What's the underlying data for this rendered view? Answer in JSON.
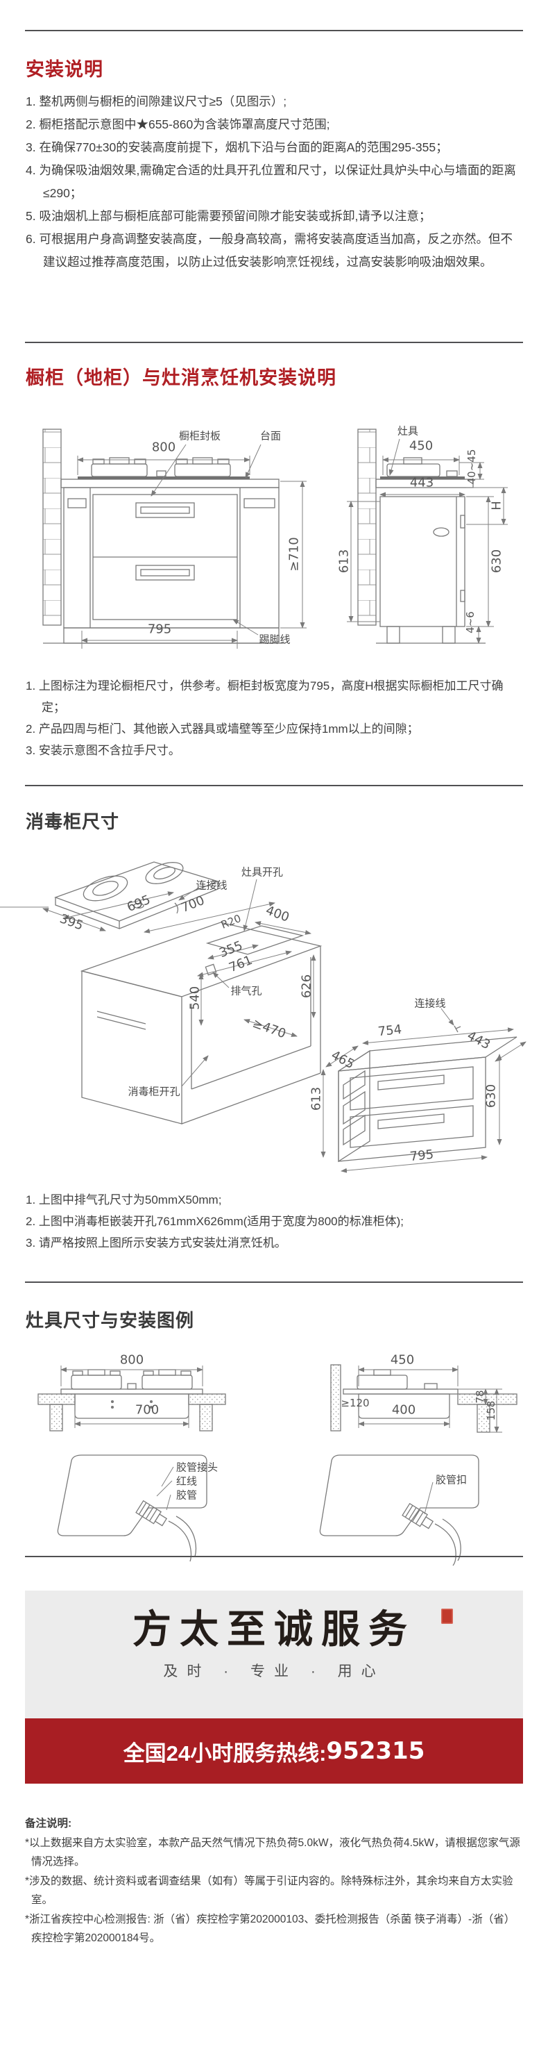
{
  "colors": {
    "accent": "#b01f24",
    "bar": "#a81e23",
    "text": "#3e3e3e",
    "service_bg": "#ececec"
  },
  "install": {
    "title": "安装说明",
    "items": [
      "1. 整机两侧与橱柜的间隙建议尺寸≥5（见图示）;",
      "2. 橱柜搭配示意图中★655-860为含装饰罩高度尺寸范围;",
      "3. 在确保770±30的安装高度前提下，烟机下沿与台面的距离A的范围295-355；",
      "4. 为确保吸油烟效果,需确定合适的灶具开孔位置和尺寸，以保证灶具炉头中心与墙面的距离≤290；",
      "5. 吸油烟机上部与橱柜底部可能需要预留间隙才能安装或拆卸,请予以注意；",
      "6. 可根据用户身高调整安装高度，一般身高较高，需将安装高度适当加高，反之亦然。但不建议超过推荐高度范围，以防止过低安装影响烹饪视线，过高安装影响吸油烟效果。"
    ]
  },
  "cabinet": {
    "title": "橱柜（地柜）与灶消烹饪机安装说明",
    "front": {
      "seal_label": "橱柜封板",
      "counter_label": "台面",
      "dim_800": "800",
      "dim_710": "≥710",
      "dim_795": "795",
      "skirting_label": "踢脚线"
    },
    "side": {
      "stove_label": "灶具",
      "dim_450": "450",
      "dim_443": "443",
      "dim_4045": "40~45",
      "dim_H": "H",
      "dim_613": "613",
      "dim_630": "630",
      "dim_46": "4~6"
    },
    "notes": [
      "1. 上图标注为理论橱柜尺寸，供参考。橱柜封板宽度为795，高度H根据实际橱柜加工尺寸确定；",
      "2. 产品四周与柜门、其他嵌入式器具或墙壁等至少应保持1mm以上的间隙；",
      "3. 安装示意图不含拉手尺寸。"
    ]
  },
  "disinfect": {
    "title": "消毒柜尺寸",
    "iso_left": {
      "dim_395": "395",
      "dim_695": "695",
      "connector_label": "连接线",
      "dim_700": "700",
      "dim_R20": "R20",
      "dim_400": "400",
      "cutout_label": "灶具开孔",
      "dim_355": "355",
      "dim_761": "761",
      "vent_label": "排气孔",
      "dim_540": "540",
      "dim_626": "626",
      "dim_470": "≥470",
      "cabinet_cutout_label": "消毒柜开孔"
    },
    "iso_right": {
      "connector_label": "连接线",
      "dim_754": "754",
      "dim_443": "443",
      "dim_465": "465",
      "dim_613": "613",
      "dim_630": "630",
      "dim_795": "795"
    },
    "notes": [
      "1. 上图中排气孔尺寸为50mmX50mm;",
      "2. 上图中消毒柜嵌装开孔761mmX626mm(适用于宽度为800的标准柜体);",
      "3. 请严格按照上图所示安装方式安装灶消烹饪机。"
    ]
  },
  "stove": {
    "title": "灶具尺寸与安装图例",
    "front": {
      "dim_800": "800",
      "dim_700": "700"
    },
    "side": {
      "dim_450": "450",
      "dim_120": "≥120",
      "dim_400": "400",
      "dim_78": "78",
      "dim_158": "158"
    },
    "hose_left": {
      "joint_label": "胶管接头",
      "redline_label": "红线",
      "hose_label": "胶管"
    },
    "hose_right": {
      "clip_label": "胶管扣"
    }
  },
  "service": {
    "calligraphy": "方太至诚服务",
    "tagline": "及时 · 专业 · 用心",
    "hotline_label": "全国24小时服务热线:",
    "hotline_number": "952315"
  },
  "remarks": {
    "title": "备注说明:",
    "items": [
      "*以上数据来自方太实验室，本款产品天然气情况下热负荷5.0kW，液化气热负荷4.5kW，请根据您家气源情况选择。",
      "*涉及的数据、统计资料或者调查结果（如有）等属于引证内容的。除特殊标注外，其余均来自方太实验室。",
      "*浙江省疾控中心检测报告: 浙（省）疾控检字第202000103、委托检测报告（杀菌 筷子消毒）-浙（省）疾控检字第202000184号。"
    ]
  }
}
